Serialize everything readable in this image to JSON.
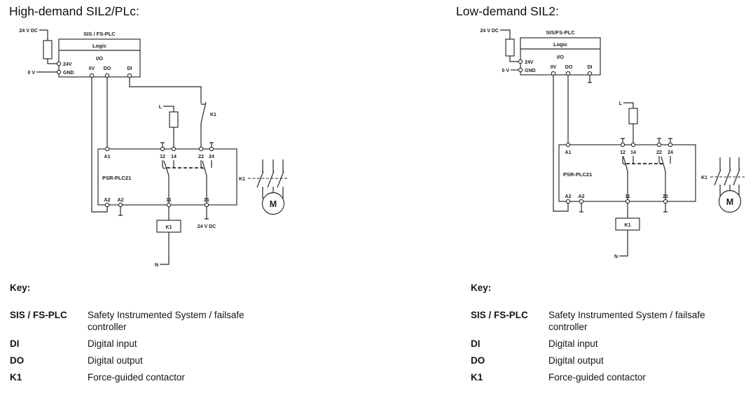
{
  "left": {
    "title": "High-demand SIL2/PLc:",
    "supply_pos": "24 V DC",
    "supply_neg": "0 V",
    "plc_title": "SIS / FS-PLC",
    "plc_logic": "Logic",
    "plc_io": "I/O",
    "plc_24v": "24V",
    "plc_gnd": "GND",
    "plc_0v": "0V",
    "plc_do": "DO",
    "plc_di": "DI",
    "line_l": "L",
    "feedback_k1": "K1",
    "relay_name": "PSR-PLC21",
    "t_a1": "A1",
    "t_12": "12",
    "t_14": "14",
    "t_22": "22",
    "t_24": "24",
    "t_a2a": "A2",
    "t_a2b": "A2",
    "t_11": "11",
    "t_21": "21",
    "coil_k1": "K1",
    "out_24vdc": "24 V DC",
    "neutral_n": "N",
    "contactor_k1": "K1",
    "motor_m": "M"
  },
  "right": {
    "title": "Low-demand SIL2:",
    "supply_pos": "24 V DC",
    "supply_neg": "0 V",
    "plc_title": "SIS/FS-PLC",
    "plc_logic": "Logic",
    "plc_io": "I/O",
    "plc_24v": "24V",
    "plc_gnd": "GND",
    "plc_0v": "0V",
    "plc_do": "DO",
    "plc_di": "DI",
    "line_l": "L",
    "relay_name": "PSR-PLC21",
    "t_a1": "A1",
    "t_12": "12",
    "t_14": "14",
    "t_22": "22",
    "t_24": "24",
    "t_a2a": "A2",
    "t_a2b": "A2",
    "t_11": "11",
    "t_21": "21",
    "coil_k1": "K1",
    "neutral_n": "N",
    "contactor_k1": "K1",
    "motor_m": "M"
  },
  "key_left": {
    "title": "Key:",
    "entries": [
      {
        "term": "SIS / FS-PLC",
        "def": "Safety Instrumented System / failsafe\ncontroller"
      },
      {
        "term": "DI",
        "def": "Digital input"
      },
      {
        "term": "DO",
        "def": "Digital output"
      },
      {
        "term": "K1",
        "def": "Force-guided contactor"
      }
    ]
  },
  "key_right": {
    "title": "Key:",
    "entries": [
      {
        "term": "SIS / FS-PLC",
        "def": "Safety Instrumented System / failsafe\ncontroller"
      },
      {
        "term": "DI",
        "def": "Digital input"
      },
      {
        "term": "DO",
        "def": "Digital output"
      },
      {
        "term": "K1",
        "def": "Force-guided contactor"
      }
    ]
  }
}
